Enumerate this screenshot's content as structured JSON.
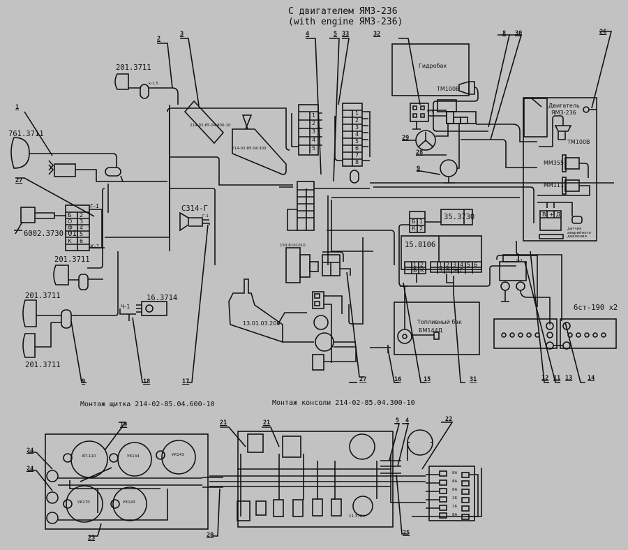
{
  "title": {
    "line1": "С двигателем ЯМЗ-236",
    "line2": "(with engine ЯМЗ-236)"
  },
  "sections": {
    "panel_assembly": "Монтаж щитка 214-02-85.04.600-10",
    "console_assembly": "Монтаж консоли 214-02-85.04.300-10"
  },
  "components": {
    "lamp_top": "201.3711",
    "headlight": "761.3711",
    "switch_6002": "6002.3730-01",
    "lamp_mid": "201.3711",
    "lamp_low1": "201.3711",
    "lamp_low2": "201.3711",
    "relay_16": "16.3714",
    "horn": "С314-Г",
    "dash_unit_a": "214-02-85.04.800-10",
    "dash_unit_b": "214-02-85.04.300",
    "gidrobak": "Гидробак",
    "tm100b_1": "ТМ100В",
    "engine": "Двигатель",
    "engine_model": "ЯМЗ-236",
    "tm100b_2": "ТМ100В",
    "mm355": "ММ355",
    "mm111": "ММ111",
    "relay_35": "35.3730",
    "relay_15": "15.8106",
    "fuel_tank": "Топливный бак",
    "bm144d": "БМ144Д",
    "battery": "6ст-190 х2",
    "cab_13": "13.01.03.200",
    "unit_159": "159.8101010",
    "gauge_11": "11.3704",
    "sensor_starter": "датчик аварийного давления"
  },
  "pin_tables": {
    "switch_left": [
      "Г-1",
      "Б",
      "О",
      "Ф",
      "К",
      "К-1"
    ],
    "block_a": [
      "1",
      "2",
      "3",
      "4",
      "5",
      "6"
    ],
    "block_b": [
      "1",
      "2",
      "3",
      "4",
      "5",
      "6",
      "7",
      "8"
    ],
    "relay_15_left": [
      "1",
      "2",
      "Б",
      "К"
    ],
    "relay_15_right": [
      "1",
      "2",
      "3",
      "4",
      "5",
      "6",
      "З",
      "Б",
      "Ж",
      "Г"
    ],
    "relay_35_pins": [
      "Б",
      "1",
      "К",
      "2"
    ],
    "fuses": [
      "8А",
      "8А",
      "8А",
      "16",
      "16",
      "8А"
    ],
    "starter_pins": [
      "В",
      "+",
      "Д"
    ]
  },
  "gauges": [
    "АП-110",
    "УК144",
    "УК143",
    "УК170",
    "УК143"
  ],
  "callouts": [
    "1",
    "2",
    "3",
    "4",
    "5",
    "33",
    "32",
    "8",
    "30",
    "26",
    "27",
    "29",
    "28",
    "9",
    "9",
    "18",
    "17",
    "27",
    "16",
    "15",
    "31",
    "12",
    "11",
    "13",
    "14",
    "19",
    "24",
    "24",
    "23",
    "20",
    "21",
    "21",
    "5",
    "4",
    "22",
    "25"
  ],
  "wire_marks": {
    "w_k15": "к-1.5",
    "w_ch1": "Ч-1",
    "w_g1": "Г-1",
    "w_k1": "К-1",
    "w_ch1_relay": "Ч-1"
  }
}
